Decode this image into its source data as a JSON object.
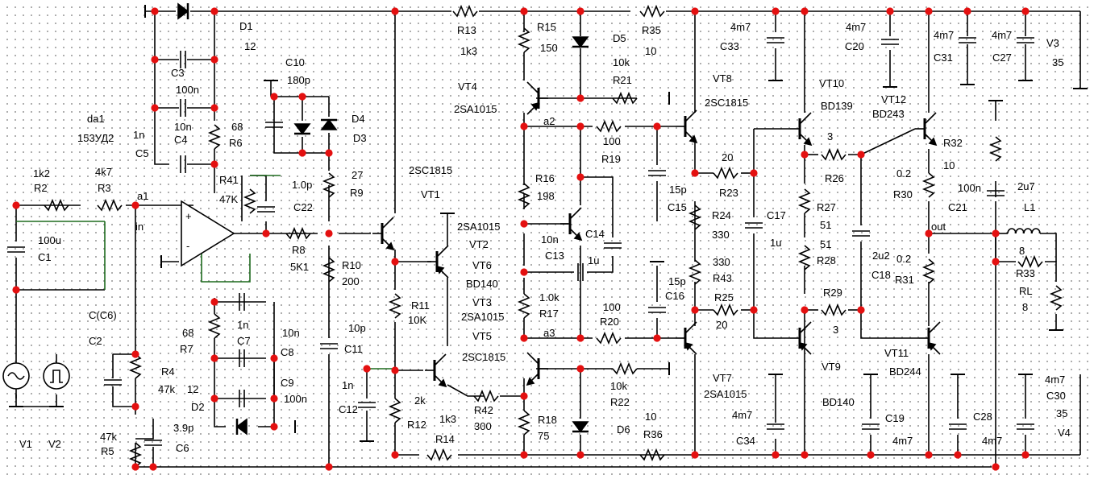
{
  "colors": {
    "wire": "#000000",
    "node": "#e41010",
    "wire_highlight": "#1e6b1e",
    "background": "#ffffff"
  },
  "labels": {
    "D1": "D1",
    "D1v": "12",
    "C3": "C3",
    "C3v": "100n",
    "C4v": "10n",
    "C4": "C4",
    "C5a": "1n",
    "C5": "C5",
    "R6v": "68",
    "R6": "R6",
    "C10": "C10",
    "C10v": "180p",
    "D4": "D4",
    "D3": "D3",
    "da1": "da1",
    "da1v": "153УД2",
    "R2v": "1k2",
    "R2": "R2",
    "R3v": "4k7",
    "R3": "R3",
    "a1": "a1",
    "in": "in",
    "R41": "R41",
    "R41v": "47K",
    "C22v": "1.0p",
    "C22": "C22",
    "R9v": "27",
    "R9": "R9",
    "C1v": "100u",
    "C1": "C1",
    "R8": "R8",
    "R8v": "5K1",
    "R10": "R10",
    "R10v": "200",
    "C2lbl": "C(C6)",
    "C2": "C2",
    "R4": "R4",
    "R4v": "47k",
    "R7v": "68",
    "R7": "R7",
    "C7v": "1n",
    "C7": "C7",
    "C8v": "10n",
    "C8": "C8",
    "C9": "C9",
    "C9v": "100n",
    "D2v": "12",
    "D2": "D2",
    "C6v": "3.9p",
    "C6": "C6",
    "R5v": "47k",
    "R5": "R5",
    "V1": "V1",
    "V2": "V2",
    "C11v": "10p",
    "C11": "C11",
    "C12v": "1n",
    "C12": "C12",
    "VT1t": "2SC1815",
    "VT1": "VT1",
    "VT2t": "2SA1015",
    "VT2": "VT2",
    "VT6": "VT6",
    "VT6t": "BD140",
    "VT3": "VT3",
    "VT3t": "2SA1015",
    "VT5": "VT5",
    "VT5t": "2SC1815",
    "R11": "R11",
    "R11v": "10K",
    "R12": "R12",
    "R12v": "2k",
    "R14v": "1k3",
    "R14": "R14",
    "R42": "R42",
    "R42v": "300",
    "R13": "R13",
    "R13v": "1k3",
    "R15": "R15",
    "R15v": "150",
    "VT4": "VT4",
    "VT4t": "2SA1015",
    "a2": "a2",
    "a3": "a3",
    "R16": "R16",
    "R16v": "198",
    "C13v": "10n",
    "C13": "C13",
    "R17v": "1.0k",
    "R17": "R17",
    "R18": "R18",
    "R18v": "75",
    "C14": "C14",
    "C14v": "1u",
    "D5": "D5",
    "D6": "D6",
    "R21v": "10k",
    "R21": "R21",
    "R22v": "10k",
    "R22": "R22",
    "R19v": "100",
    "R19": "R19",
    "R20v": "100",
    "R20": "R20",
    "R35": "R35",
    "R35v": "10",
    "R36": "R36",
    "R36v": "10",
    "VT8": "VT8",
    "VT8t": "2SC1815",
    "VT7": "VT7",
    "VT7t": "2SA1015",
    "C15v": "15p",
    "C15": "C15",
    "C16v": "15p",
    "C16": "C16",
    "R23v": "20",
    "R23": "R23",
    "R24": "R24",
    "R24v": "330",
    "R43v": "330",
    "R43": "R43",
    "R25": "R25",
    "R25v": "20",
    "C33v": "4m7",
    "C33": "C33",
    "C34v": "4m7",
    "C34": "C34",
    "C17": "C17",
    "C17v": "1u",
    "VT10": "VT10",
    "VT10t": "BD139",
    "VT9": "VT9",
    "VT9t": "BD140",
    "R26v": "3",
    "R26": "R26",
    "R27": "R27",
    "R27v": "51",
    "R28v": "51",
    "R28": "R28",
    "R29": "R29",
    "R29v": "3",
    "C20v": "4m7",
    "C20": "C20",
    "C19": "C19",
    "C19v": "4m7",
    "VT12": "VT12",
    "VT12t": "BD243",
    "VT11": "VT11",
    "VT11t": "BD244",
    "R32": "R32",
    "R32v": "10",
    "R30v": "0.2",
    "R30": "R30",
    "R31v": "0.2",
    "R31": "R31",
    "C18v": "2u2",
    "C18": "C18",
    "C31v": "4m7",
    "C31": "C31",
    "C27v": "4m7",
    "C27": "C27",
    "C28": "C28",
    "C28v": "4m7",
    "V3": "V3",
    "V3v": "35",
    "C30v": "4m7",
    "C30": "C30",
    "V4v": "35",
    "V4": "V4",
    "C21v": "100n",
    "C21": "C21",
    "L1v": "2u7",
    "L1": "L1",
    "out": "out",
    "R33v": "8",
    "R33": "R33",
    "RL": "RL",
    "RLv": "8"
  }
}
